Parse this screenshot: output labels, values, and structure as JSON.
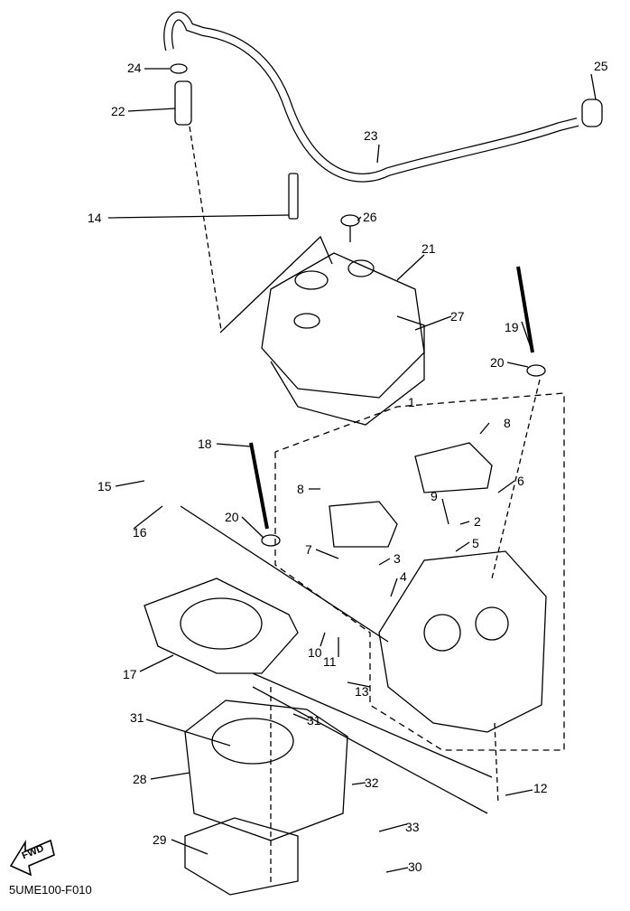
{
  "diagram_code": "5UME100-F010",
  "fwd_label": "FWD",
  "callouts": [
    "24",
    "25",
    "22",
    "23",
    "14",
    "26",
    "21",
    "27",
    "19",
    "20",
    "1",
    "8",
    "18",
    "8",
    "6",
    "15",
    "16",
    "9",
    "2",
    "20",
    "5",
    "7",
    "3",
    "4",
    "17",
    "10",
    "11",
    "13",
    "31",
    "31",
    "28",
    "32",
    "12",
    "33",
    "29",
    "30"
  ]
}
